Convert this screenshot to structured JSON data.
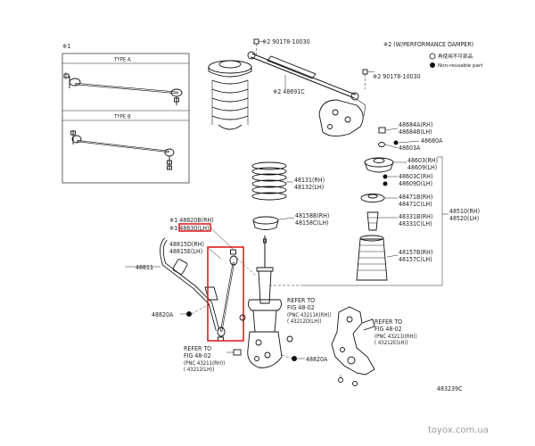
{
  "note_type1": "※1",
  "type_a": "TYPE A",
  "type_b": "TYPE B",
  "note_type2": "※2 (W/PERFORMANCE DAMPER)",
  "legend": {
    "reuse": "再使用不可部品",
    "nonreuse": "Non-reusable part"
  },
  "labels": {
    "p90178_top": "※2 90178-10030",
    "p90178_right": "※2 90178-10030",
    "p48691C": "※2 48691C",
    "p48684A": "48684A(RH)",
    "p48684B": "48684B(LH)",
    "p48603A": "48603A",
    "p48680A": "48680A",
    "p48603": "48603(RH)",
    "p48609": "48609(LH)",
    "p48603C": "48603C(RH)",
    "p48609D": "48609D(LH)",
    "p48471B": "48471B(RH)",
    "p48471C": "48471C(LH)",
    "p48331B": "48331B(RH)",
    "p48331C": "48331C(LH)",
    "p48157B": "48157B(RH)",
    "p48157C": "48157C(LH)",
    "p48510": "48510(RH)",
    "p48520": "48520(LH)",
    "p48131": "48131(RH)",
    "p48132": "48132(LH)",
    "p48158B": "48158B(RH)",
    "p48158C": "48158C(LH)",
    "p48820B": "※1 48820B(RH)",
    "p48830": "※1 48830(LH)",
    "p48815D": "48815D(RH)",
    "p48815E": "48815E(LH)",
    "p48811": "48811",
    "p48820A_left": "48820A",
    "p48820A_bottom": "48820A",
    "ref1_title": "REFER TO",
    "ref1_fig": "FIG 48-02",
    "ref1_pnc": "(PNC 43211K(RH))",
    "ref1_pnc2": "( 43212D(LH))",
    "ref2_title": "REFER TO",
    "ref2_fig": "FIG 48-02",
    "ref2_pnc": "(PNC 43211(RH))",
    "ref2_pnc2": "( 43212(LH))",
    "ref3_title": "REFER TO",
    "ref3_fig": "FIG 48-02",
    "ref3_pnc": "(PNC 43211I(RH))",
    "ref3_pnc2": "( 43212E(LH))"
  },
  "diagram_id": "483239C",
  "watermark": "toyox.com.ua"
}
